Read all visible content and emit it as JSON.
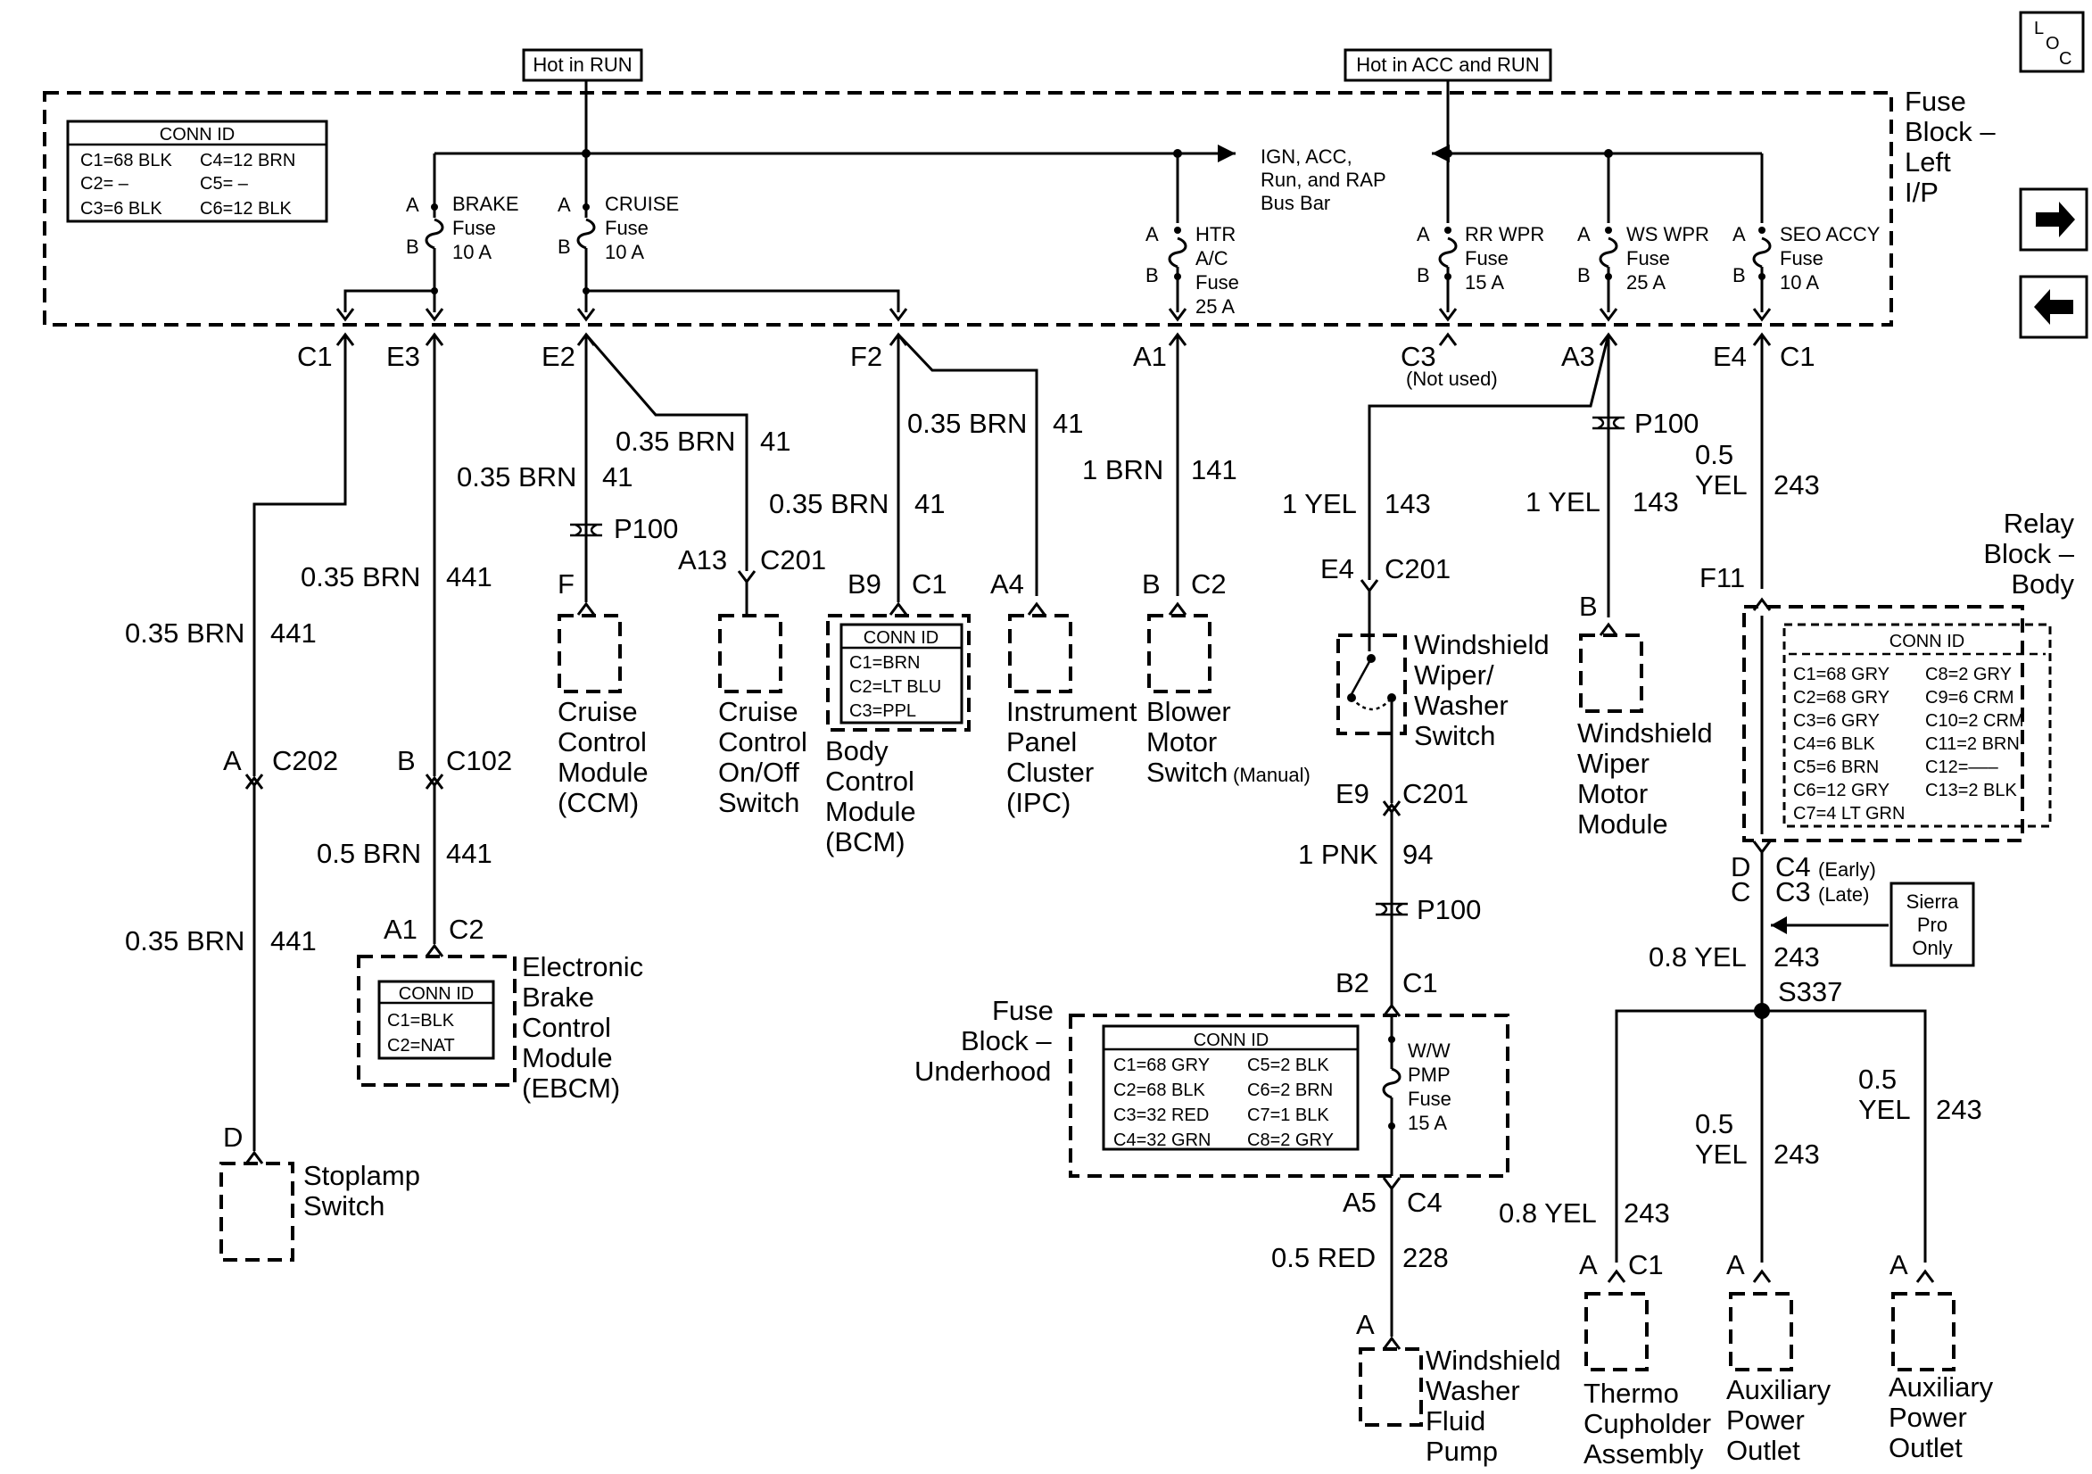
{
  "header": {
    "hot_in_run": "Hot in RUN",
    "hot_in_acc_run": "Hot in ACC and RUN",
    "loc_icon": "loc-icon",
    "nav_next": "arrow-right-icon",
    "nav_prev": "arrow-left-icon"
  },
  "fuse_block_left": {
    "title_lines": [
      "Fuse",
      "Block –",
      "Left",
      "I/P"
    ],
    "conn_id": {
      "title": "CONN ID",
      "rows": [
        [
          "C1=68 BLK",
          "C4=12 BRN"
        ],
        [
          "C2=   –",
          "C5=   –"
        ],
        [
          "C3=6 BLK",
          "C6=12 BLK"
        ]
      ]
    },
    "bus_bar": [
      "IGN, ACC,",
      "Run, and RAP",
      "Bus Bar"
    ],
    "fuses": [
      {
        "name": "BRAKE",
        "line2": "Fuse",
        "line3": "10 A",
        "a": "A",
        "b": "B"
      },
      {
        "name": "CRUISE",
        "line2": "Fuse",
        "line3": "10 A",
        "a": "A",
        "b": "B"
      },
      {
        "name": "HTR",
        "line2": "A/C",
        "line3": "Fuse",
        "line4": "25 A",
        "a": "A",
        "b": "B"
      },
      {
        "name": "RR WPR",
        "line2": "Fuse",
        "line3": "15 A",
        "a": "A",
        "b": "B"
      },
      {
        "name": "WS WPR",
        "line2": "Fuse",
        "line3": "25 A",
        "a": "A",
        "b": "B"
      },
      {
        "name": "SEO ACCY",
        "line2": "Fuse",
        "line3": "10 A",
        "a": "A",
        "b": "B"
      }
    ],
    "terminals": {
      "c1_left": "C1",
      "e3": "E3",
      "e2": "E2",
      "f2": "F2",
      "a1": "A1",
      "c3": "C3",
      "not_used": "(Not used)",
      "a3": "A3",
      "e4": "E4",
      "c1_right": "C1"
    }
  },
  "wires": {
    "w_brn_441": "0.35 BRN",
    "c_441": "441",
    "w_brn_41": "0.35 BRN",
    "c_41": "41",
    "w_05brn": "0.5 BRN",
    "w_1brn": "1 BRN",
    "c_141": "141",
    "w_1yel": "1 YEL",
    "c_143": "143",
    "w_05yel": "0.5",
    "w_yel": "YEL",
    "c_243": "243",
    "w_08yel": "0.8 YEL",
    "w_1pnk": "1 PNK",
    "c_94": "94",
    "w_05red": "0.5 RED",
    "c_228": "228"
  },
  "connectors": {
    "p100": "P100",
    "c202_a": "A",
    "c202": "C202",
    "c102_b": "B",
    "c102": "C102",
    "ebcm_a1": "A1",
    "ebcm_c2": "C2",
    "stop_d": "D",
    "ccm_f": "F",
    "a13": "A13",
    "c201": "C201",
    "b9": "B9",
    "c1": "C1",
    "a4": "A4",
    "blower_b": "B",
    "blower_c2": "C2",
    "e4": "E4",
    "e9": "E9",
    "b2": "B2",
    "a5": "A5",
    "c4": "C4",
    "pump_a": "A",
    "wpr_b": "B",
    "f11": "F11",
    "d": "D",
    "c": "C",
    "c4_early": "C4",
    "early": "(Early)",
    "c3_late": "C3",
    "late": "(Late)",
    "s337": "S337",
    "a": "A"
  },
  "components": {
    "ccm": [
      "Cruise",
      "Control",
      "Module",
      "(CCM)"
    ],
    "cruise_switch": [
      "Cruise",
      "Control",
      "On/Off",
      "Switch"
    ],
    "bcm": [
      "Body",
      "Control",
      "Module",
      "(BCM)"
    ],
    "bcm_conn": {
      "title": "CONN ID",
      "rows": [
        "C1=BRN",
        "C2=LT BLU",
        "C3=PPL"
      ]
    },
    "ipc": [
      "Instrument",
      "Panel",
      "Cluster",
      "(IPC)"
    ],
    "blower": [
      "Blower",
      "Motor",
      "Switch"
    ],
    "blower_manual": "(Manual)",
    "ebcm": [
      "Electronic",
      "Brake",
      "Control",
      "Module",
      "(EBCM)"
    ],
    "ebcm_conn": {
      "title": "CONN ID",
      "rows": [
        "C1=BLK",
        "C2=NAT"
      ]
    },
    "stoplamp": [
      "Stoplamp",
      "Switch"
    ],
    "ww_switch": [
      "Windshield",
      "Wiper/",
      "Washer",
      "Switch"
    ],
    "wiper_motor": [
      "Windshield",
      "Wiper",
      "Motor",
      "Module"
    ],
    "fuse_underhood": [
      "Fuse",
      "Block –",
      "Underhood"
    ],
    "underhood_conn": {
      "title": "CONN ID",
      "rows": [
        [
          "C1=68 GRY",
          "C5=2 BLK"
        ],
        [
          "C2=68 BLK",
          "C6=2 BRN"
        ],
        [
          "C3=32 RED",
          "C7=1 BLK"
        ],
        [
          "C4=32 GRN",
          "C8=2 GRY"
        ]
      ]
    },
    "ww_pmp_fuse": [
      "W/W",
      "PMP",
      "Fuse",
      "15 A"
    ],
    "washer_pump": [
      "Windshield",
      "Washer",
      "Fluid",
      "Pump"
    ],
    "relay_block": [
      "Relay",
      "Block –",
      "Body"
    ],
    "relay_conn": {
      "title": "CONN ID",
      "rows": [
        [
          "C1=68 GRY",
          "C8=2 GRY"
        ],
        [
          "C2=68 GRY",
          "C9=6 CRM"
        ],
        [
          "C3=6 GRY",
          "C10=2 CRM"
        ],
        [
          "C4=6 BLK",
          "C11=2 BRN"
        ],
        [
          "C5=6 BRN",
          "C12=–––"
        ],
        [
          "C6=12 GRY",
          "C13=2 BLK"
        ],
        [
          "C7=4 LT GRN",
          ""
        ]
      ]
    },
    "sierra_pro": [
      "Sierra",
      "Pro",
      "Only"
    ],
    "cupholder": [
      "Thermo",
      "Cupholder",
      "Assembly"
    ],
    "aux1": [
      "Auxiliary",
      "Power",
      "Outlet"
    ],
    "aux2": [
      "Auxiliary",
      "Power",
      "Outlet"
    ]
  }
}
